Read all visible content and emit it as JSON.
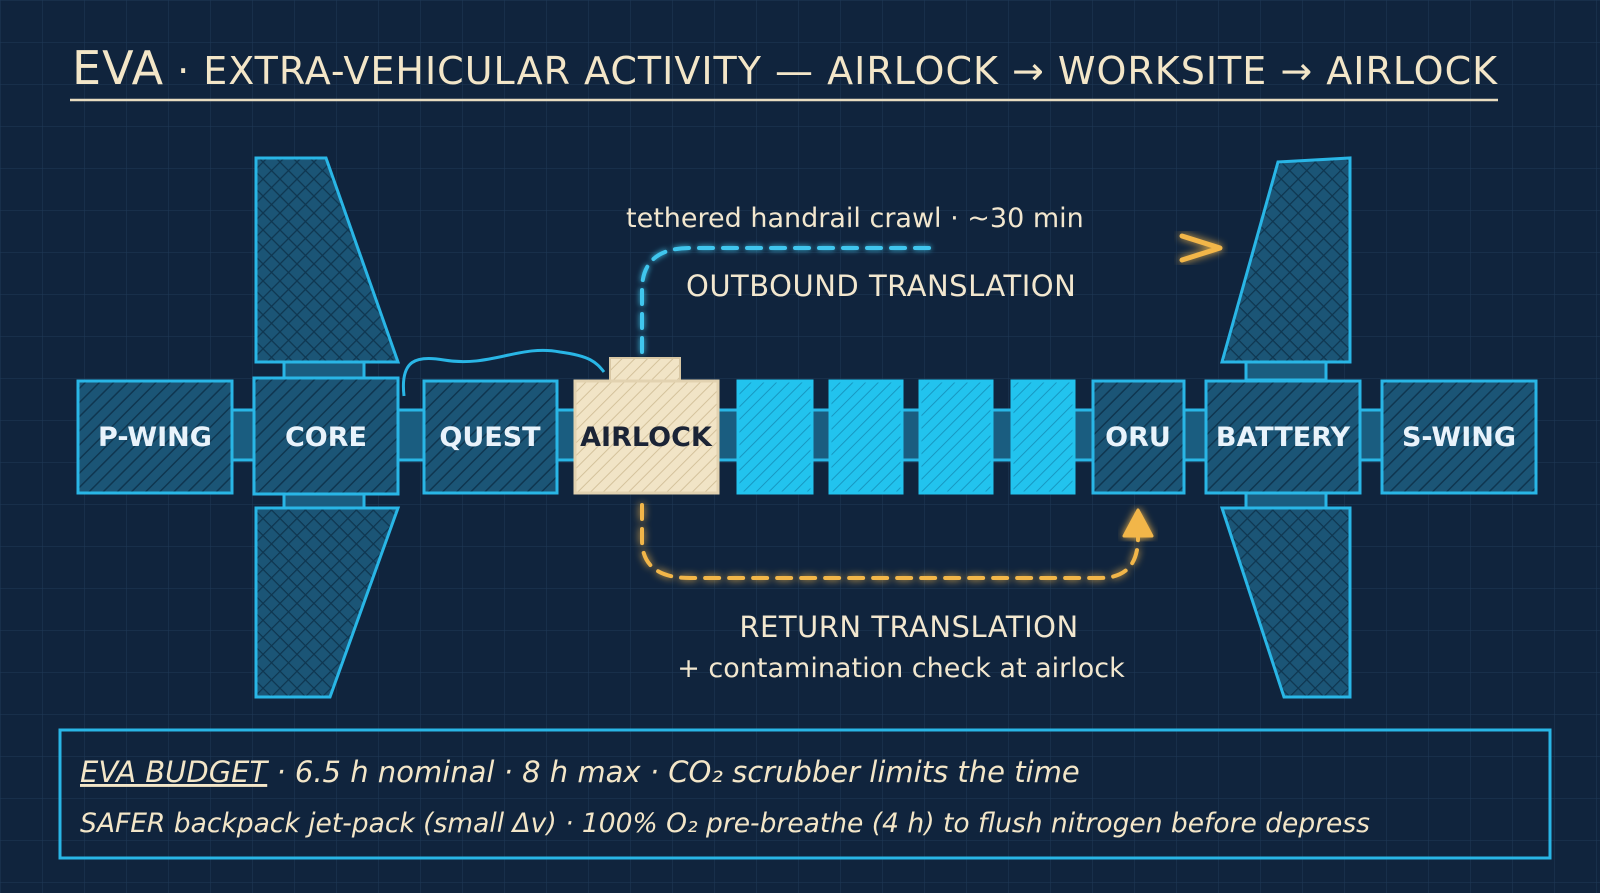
{
  "title": {
    "prefix": "EVA",
    "text": " · EXTRA-VEHICULAR ACTIVITY — AIRLOCK → WORKSITE → AIRLOCK"
  },
  "modules": {
    "p_wing": "P-WING",
    "core": "CORE",
    "quest": "QUEST",
    "airlock": "AIRLOCK",
    "oru": "ORU",
    "battery": "BATTERY",
    "s_wing": "S-WING"
  },
  "outbound": {
    "note": "tethered handrail crawl · ~30 min",
    "label": "OUTBOUND TRANSLATION"
  },
  "return": {
    "label": "RETURN TRANSLATION",
    "note": "+ contamination check at airlock"
  },
  "budget": {
    "heading": "EVA BUDGET",
    "line1_rest": " · 6.5 h nominal · 8 h max · CO₂ scrubber limits the time",
    "line2": "SAFER backpack jet-pack (small Δv) · 100% O₂ pre-breathe (4 h) to flush nitrogen before depress"
  },
  "colors": {
    "background": "#10243d",
    "structure": "#29b6e6",
    "structure_fill": "#1a5d80",
    "bright_module": "#22c3ee",
    "airlock_fill": "#f1e4c6",
    "outbound_path": "#3fc6ee",
    "return_path": "#f2b64a",
    "text": "#f3e6c8"
  }
}
